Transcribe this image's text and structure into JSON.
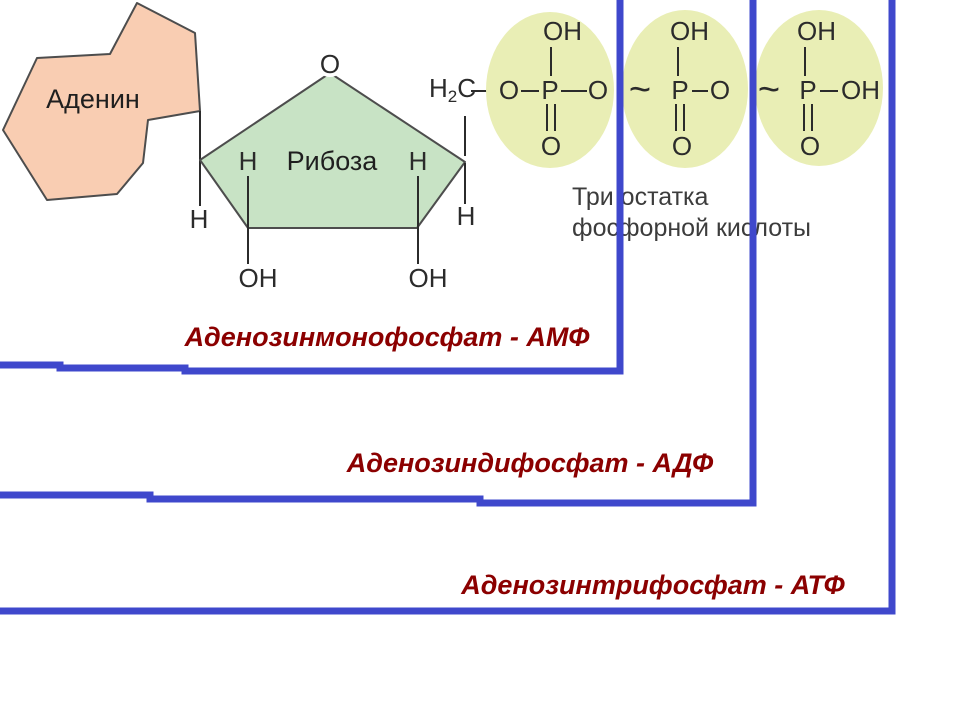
{
  "adenine": {
    "label": "Аденин"
  },
  "ribose": {
    "label": "Рибоза",
    "apex_o": "O",
    "inner_h_left": "H",
    "inner_h_right": "H",
    "outer_h_left": "H",
    "outer_h_right": "H",
    "oh_left": "OH",
    "oh_right": "OH"
  },
  "formula": {
    "h2c": {
      "h": "H",
      "sub": "2",
      "c": "C"
    }
  },
  "phosphates": {
    "groups": [
      {
        "oh_top": "OH",
        "o_left": "O",
        "p": "P",
        "o_right": "O",
        "o_bottom": "O"
      },
      {
        "bond_symbol": "~",
        "oh_top": "OH",
        "p": "P",
        "o_right": "O",
        "o_bottom": "O"
      },
      {
        "bond_symbol": "~",
        "oh_top": "OH",
        "p": "P",
        "oh_right": "OH",
        "o_bottom": "O"
      }
    ],
    "caption": {
      "line1": "Три остатка",
      "line2": "фосфорной кислоты"
    }
  },
  "molecules": {
    "amp": "Аденозинмонофосфат - АМФ",
    "adp": "Аденозиндифосфат - АДФ",
    "atp": "Аденозинтрифосфат - АТФ"
  },
  "colors": {
    "adenine_fill": "#F9CDB2",
    "ribose_fill": "#C8E3C5",
    "phosphate_fill": "#E9EEB5",
    "bracket_blue": "#3F48CC",
    "label_red": "#8B0000"
  }
}
